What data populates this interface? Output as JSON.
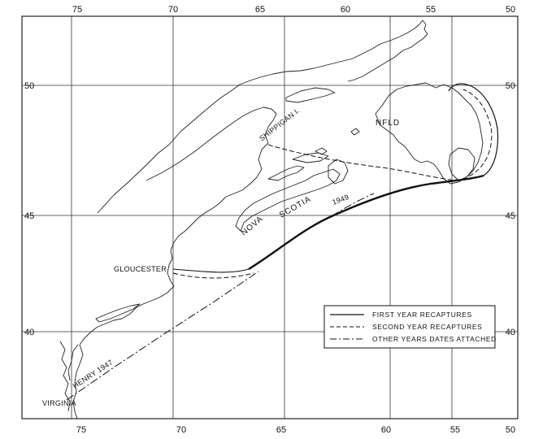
{
  "map": {
    "top_longitudes": [
      "75",
      "70",
      "65",
      "60",
      "55",
      "50"
    ],
    "bottom_longitudes": [
      "75",
      "70",
      "65",
      "60",
      "55",
      "50"
    ],
    "left_latitudes": [
      "50",
      "45",
      "40"
    ],
    "right_latitudes": [
      "50",
      "45",
      "40"
    ],
    "places": {
      "nfld": "NFLD",
      "shippigan": "SHIPPIGAN I.",
      "nova": "NOVA",
      "scotia": "SCOTIA",
      "gloucester": "GLOUCESTER",
      "virginia": "VIRGINIA",
      "henry": "HENRY 1947",
      "year_1949": "1949"
    },
    "legend": {
      "first_year": "FIRST YEAR RECAPTURES",
      "second_year": "SECOND YEAR RECAPTURES",
      "other_years": "OTHER YEARS DATES ATTACHED"
    },
    "colors": {
      "ink": "#222222",
      "paper": "#ffffff"
    }
  }
}
